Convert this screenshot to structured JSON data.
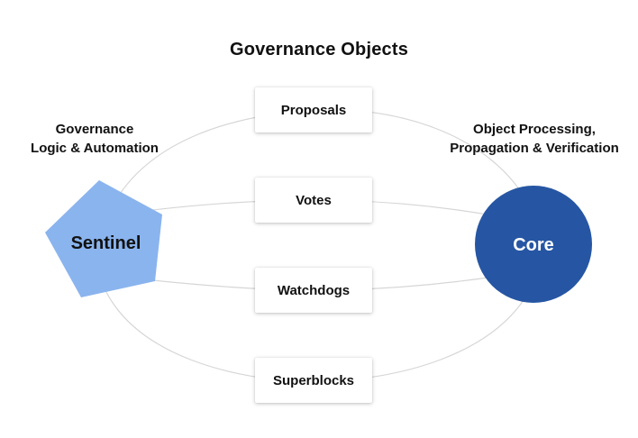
{
  "title": "Governance Objects",
  "left_caption": [
    "Governance",
    "Logic & Automation"
  ],
  "right_caption": [
    "Object Processing,",
    "Propagation & Verification"
  ],
  "sentinel": {
    "label": "Sentinel",
    "color": "#8AB4EE"
  },
  "core": {
    "label": "Core",
    "color": "#2656A3"
  },
  "objects": [
    "Proposals",
    "Votes",
    "Watchdogs",
    "Superblocks"
  ],
  "connector_color": "#D6D6D6"
}
